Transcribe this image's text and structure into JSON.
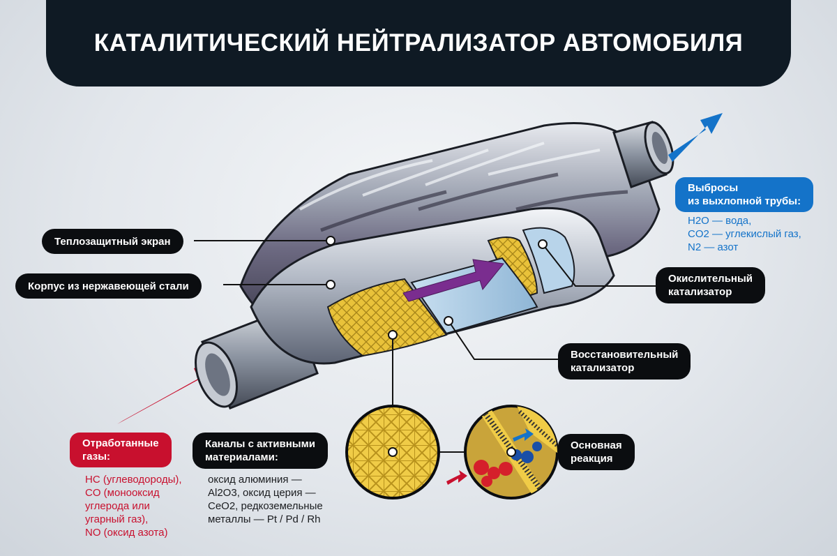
{
  "title": "КАТАЛИТИЧЕСКИЙ НЕЙТРАЛИЗАТОР АВТОМОБИЛЯ",
  "labels": {
    "heat_shield": "Теплозащитный экран",
    "steel_body": "Корпус из нержавеющей стали",
    "oxidation": [
      "Окислительный",
      "катализатор"
    ],
    "reduction": [
      "Восстановительный",
      "катализатор"
    ],
    "main_reaction": [
      "Основная",
      "реакция"
    ],
    "channels": [
      "Каналы с активными",
      "материалами:"
    ],
    "exhaust": [
      "Отработанные",
      "газы:"
    ],
    "emissions": [
      "Выбросы",
      "из выхлопной трубы:"
    ]
  },
  "descriptions": {
    "exhaust": [
      "HC (углеводороды),",
      "CO (монооксид",
      "углерода или",
      "угарный газ),",
      "NO (оксид азота)"
    ],
    "channels": [
      "оксид алюминия —",
      "Al2O3, оксид церия —",
      "CeO2, редкоземельные",
      "металлы — Pt / Pd / Rh"
    ],
    "emissions": [
      "H2O — вода,",
      "CO2 — углекислый газ,",
      "N2 — азот"
    ]
  },
  "colors": {
    "header_bg": "#0f1a24",
    "label_bg": "#0b0d10",
    "exhaust_red": "#c8102e",
    "emission_blue": "#1473c9",
    "flow_purple": "#7a2d8f",
    "catalyst_yellow": "#e9c23a"
  }
}
